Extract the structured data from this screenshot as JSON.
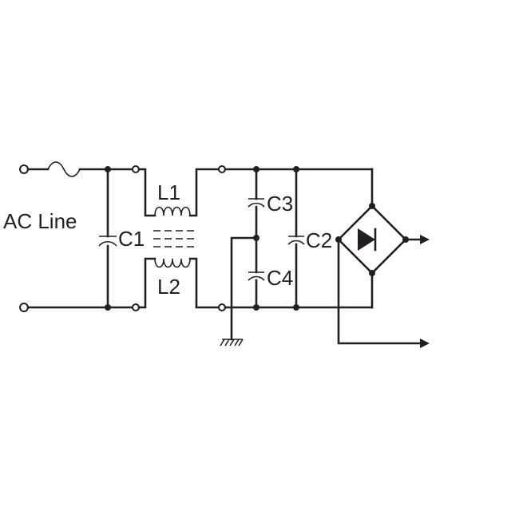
{
  "labels": {
    "ac_line": "AC Line",
    "c1": "C1",
    "c2": "C2",
    "c3": "C3",
    "c4": "C4",
    "l1": "L1",
    "l2": "L2"
  },
  "colors": {
    "ink": "#231f20",
    "background": "#ffffff"
  }
}
